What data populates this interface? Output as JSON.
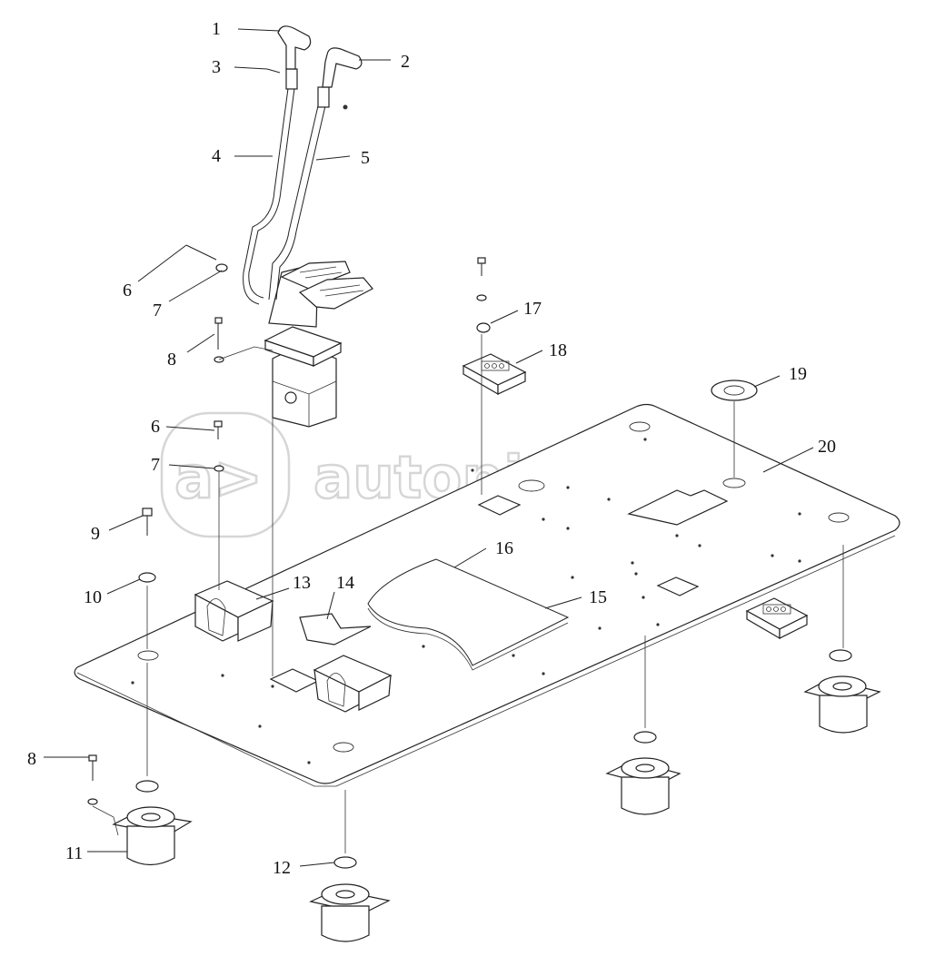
{
  "watermark": {
    "text": "autopiter.ru"
  },
  "labels": [
    {
      "id": "l1",
      "text": "1"
    },
    {
      "id": "l2",
      "text": "2"
    },
    {
      "id": "l3",
      "text": "3"
    },
    {
      "id": "l4",
      "text": "4"
    },
    {
      "id": "l5",
      "text": "5"
    },
    {
      "id": "l6a",
      "text": "6"
    },
    {
      "id": "l7a",
      "text": "7"
    },
    {
      "id": "l8a",
      "text": "8"
    },
    {
      "id": "l6b",
      "text": "6"
    },
    {
      "id": "l7b",
      "text": "7"
    },
    {
      "id": "l9",
      "text": "9"
    },
    {
      "id": "l10",
      "text": "10"
    },
    {
      "id": "l11",
      "text": "11"
    },
    {
      "id": "l8b",
      "text": "8"
    },
    {
      "id": "l12",
      "text": "12"
    },
    {
      "id": "l13",
      "text": "13"
    },
    {
      "id": "l14",
      "text": "14"
    },
    {
      "id": "l15",
      "text": "15"
    },
    {
      "id": "l16",
      "text": "16"
    },
    {
      "id": "l17",
      "text": "17"
    },
    {
      "id": "l18",
      "text": "18"
    },
    {
      "id": "l19",
      "text": "19"
    },
    {
      "id": "l20",
      "text": "20"
    }
  ]
}
